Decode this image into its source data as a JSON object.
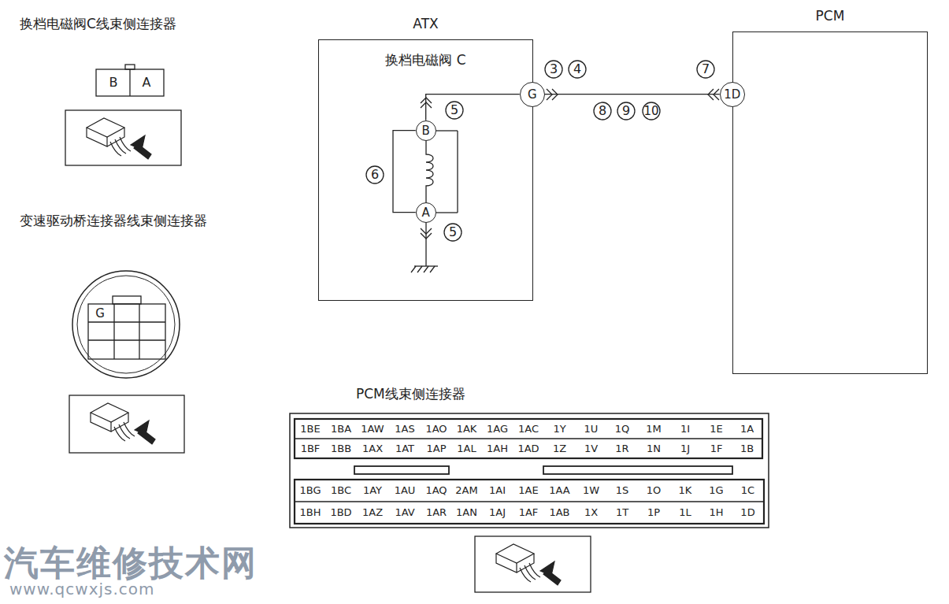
{
  "diagram": {
    "nodes": [
      {
        "text": [
          "ATX",
          "换档电磁阀 C"
        ]
      },
      {
        "text": [
          "B"
        ],
        "in": 0
      },
      {
        "text": [
          "A"
        ],
        "in": 0
      },
      {
        "text": [
          "G"
        ],
        "in": 0
      },
      {
        "text": [
          "PCM"
        ]
      },
      {
        "text": [
          "1D"
        ],
        "in": 4
      }
    ],
    "edges": [
      {
        "from": 1,
        "to": 3,
        "arrow": "none"
      },
      {
        "from": 3,
        "to": 5,
        "arrow": "none"
      },
      {
        "from": 1,
        "to": 2,
        "arrow": "none"
      }
    ],
    "labels": [
      "换档电磁阀C线束侧连接器",
      "B",
      "A",
      "变速驱动桥连接器线束侧连接器",
      "G",
      "3",
      "4",
      "8",
      "9",
      "10",
      "7",
      "5",
      "6",
      "5",
      "PCM线束侧连接器",
      "1BE",
      "1BA",
      "1AW",
      "1AS",
      "1AO",
      "1AK",
      "1AG",
      "1AC",
      "1Y",
      "1U",
      "1Q",
      "1M",
      "1I",
      "1E",
      "1A",
      "1BF",
      "1BB",
      "1AX",
      "1AT",
      "1AP",
      "1AL",
      "1AH",
      "1AD",
      "1Z",
      "1V",
      "1R",
      "1N",
      "1J",
      "1F",
      "1B",
      "1BG",
      "1BC",
      "1AY",
      "1AU",
      "1AQ",
      "2AM",
      "1AI",
      "1AE",
      "1AA",
      "1W",
      "1S",
      "1O",
      "1K",
      "1G",
      "1C",
      "1BH",
      "1BD",
      "1AZ",
      "1AV",
      "1AR",
      "1AN",
      "1AJ",
      "1AF",
      "1AB",
      "1X",
      "1T",
      "1P",
      "1L",
      "1H",
      "1D",
      "汽车维修技术网",
      "www.qcwxjs.com"
    ]
  }
}
